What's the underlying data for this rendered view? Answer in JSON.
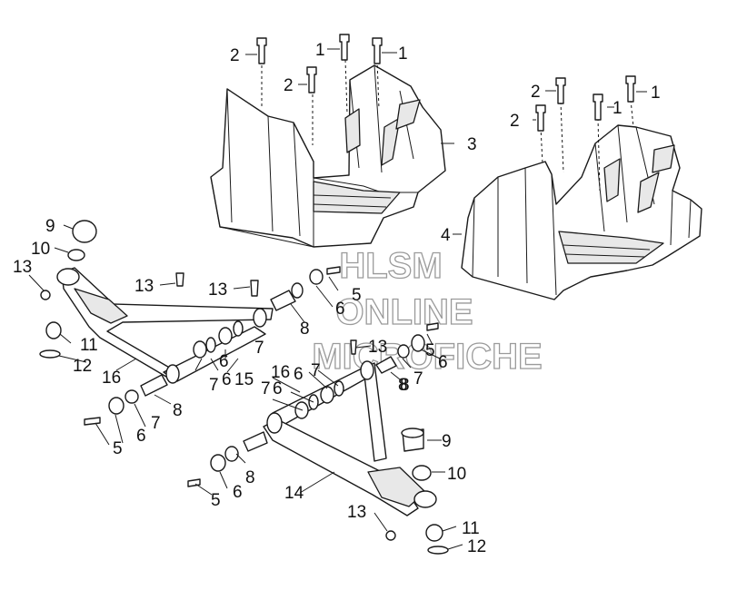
{
  "watermark": {
    "line1": "HLSM",
    "line2": "ONLINE",
    "line3": "MICROFICHE"
  },
  "callouts": [
    {
      "id": "c-2a",
      "label": "2"
    },
    {
      "id": "c-1a",
      "label": "1"
    },
    {
      "id": "c-1b",
      "label": "1"
    },
    {
      "id": "c-2b",
      "label": "2"
    },
    {
      "id": "c-3",
      "label": "3"
    },
    {
      "id": "c-2c",
      "label": "2"
    },
    {
      "id": "c-1c",
      "label": "1"
    },
    {
      "id": "c-1d",
      "label": "1"
    },
    {
      "id": "c-2d",
      "label": "2"
    },
    {
      "id": "c-4",
      "label": "4"
    },
    {
      "id": "c-9a",
      "label": "9"
    },
    {
      "id": "c-10a",
      "label": "10"
    },
    {
      "id": "c-13a",
      "label": "13"
    },
    {
      "id": "c-13b",
      "label": "13"
    },
    {
      "id": "c-13c",
      "label": "13"
    },
    {
      "id": "c-5a",
      "label": "5"
    },
    {
      "id": "c-6a",
      "label": "6"
    },
    {
      "id": "c-8a",
      "label": "8"
    },
    {
      "id": "c-11a",
      "label": "11"
    },
    {
      "id": "c-12a",
      "label": "12"
    },
    {
      "id": "c-16a",
      "label": "16"
    },
    {
      "id": "c-6b",
      "label": "6"
    },
    {
      "id": "c-7a",
      "label": "7"
    },
    {
      "id": "c-7b",
      "label": "7"
    },
    {
      "id": "c-6c",
      "label": "6"
    },
    {
      "id": "c-15",
      "label": "15"
    },
    {
      "id": "c-8b",
      "label": "8"
    },
    {
      "id": "c-13d",
      "label": "13"
    },
    {
      "id": "c-5b",
      "label": "5"
    },
    {
      "id": "c-6d",
      "label": "6"
    },
    {
      "id": "c-7c",
      "label": "7"
    },
    {
      "id": "c-8c",
      "label": "8"
    },
    {
      "id": "c-16b",
      "label": "16"
    },
    {
      "id": "c-6e",
      "label": "6"
    },
    {
      "id": "c-7d",
      "label": "7"
    },
    {
      "id": "c-7e",
      "label": "7"
    },
    {
      "id": "c-6f",
      "label": "6"
    },
    {
      "id": "c-8d",
      "label": "8"
    },
    {
      "id": "c-6g",
      "label": "6"
    },
    {
      "id": "c-7f",
      "label": "7"
    },
    {
      "id": "c-5c",
      "label": "5"
    },
    {
      "id": "c-9b",
      "label": "9"
    },
    {
      "id": "c-10b",
      "label": "10"
    },
    {
      "id": "c-8e",
      "label": "8"
    },
    {
      "id": "c-6h",
      "label": "6"
    },
    {
      "id": "c-5d",
      "label": "5"
    },
    {
      "id": "c-14",
      "label": "14"
    },
    {
      "id": "c-13e",
      "label": "13"
    },
    {
      "id": "c-11b",
      "label": "11"
    },
    {
      "id": "c-12b",
      "label": "12"
    }
  ]
}
